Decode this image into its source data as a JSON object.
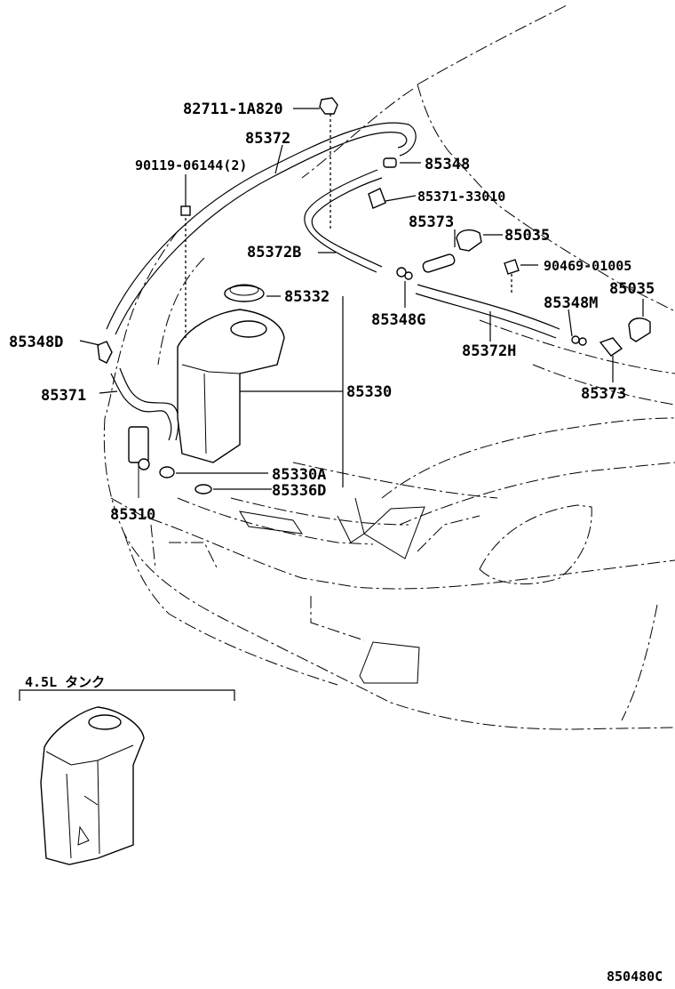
{
  "labels": {
    "p82711": "82711-1A820",
    "p85372": "85372",
    "p90119": "90119-06144(2)",
    "p85348": "85348",
    "p85371_33010": "85371-33010",
    "p85373a": "85373",
    "p85035a": "85035",
    "p85372b": "85372B",
    "p90469": "90469-01005",
    "p85332": "85332",
    "p85348m": "85348M",
    "p85035b": "85035",
    "p85348g": "85348G",
    "p85348d": "85348D",
    "p85372h": "85372H",
    "p85330": "85330",
    "p85371": "85371",
    "p85373b": "85373",
    "p85330a": "85330A",
    "p85336d": "85336D",
    "p85310": "85310"
  },
  "inset": {
    "caption": "4.5L タンク"
  },
  "footer": {
    "code": "850480C"
  }
}
